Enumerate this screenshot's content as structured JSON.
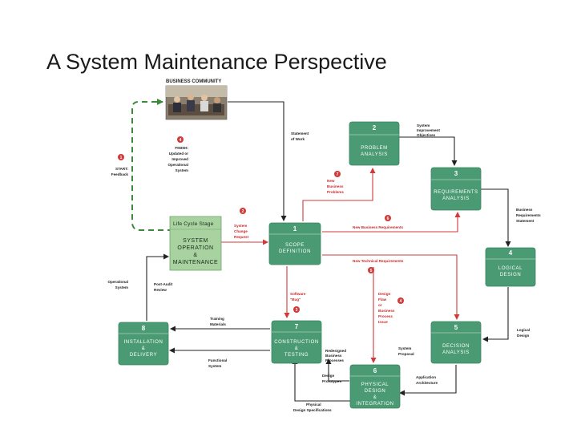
{
  "title": "A System Maintenance Perspective",
  "business_community": "BUSINESS COMMUNITY",
  "phases": [
    {
      "id": "2",
      "lines": [
        "PROBLEM",
        "ANALYSIS"
      ]
    },
    {
      "id": "3",
      "lines": [
        "REQUIREMENTS",
        "ANALYSIS"
      ]
    },
    {
      "id": "1",
      "lines": [
        "SCOPE",
        "DEFINITION"
      ]
    },
    {
      "id": "4",
      "lines": [
        "LOGICAL",
        "DESIGN"
      ]
    },
    {
      "id": "8",
      "lines": [
        "INSTALLATION",
        "&",
        "DELIVERY"
      ]
    },
    {
      "id": "7",
      "lines": [
        "CONSTRUCTION",
        "&",
        "TESTING"
      ]
    },
    {
      "id": "5",
      "lines": [
        "DECISION",
        "ANALYSIS"
      ]
    },
    {
      "id": "6",
      "lines": [
        "PHYSICAL",
        "DESIGN",
        "&",
        "INTEGRATION"
      ]
    }
  ],
  "life_cycle": {
    "stage_label": "Life Cycle Stage",
    "lines": [
      "SYSTEM",
      "OPERATION",
      "&",
      "MAINTENANCE"
    ]
  },
  "notes": [
    {
      "id": "statement-of-work",
      "lines": [
        "Statement",
        "of Work"
      ]
    },
    {
      "id": "system-improvement-objectives",
      "lines": [
        "System",
        "Improvement",
        "Objectives"
      ]
    },
    {
      "id": "business-requirements-statement",
      "lines": [
        "Business",
        "Requirements",
        "Statement"
      ]
    },
    {
      "id": "finish",
      "lines": [
        "FINISH:",
        "Updated or",
        "Improved",
        "Operational",
        "System"
      ]
    },
    {
      "id": "start",
      "lines": [
        "START:",
        "Feedback"
      ]
    },
    {
      "id": "operational-system",
      "lines": [
        "Operational",
        "System"
      ]
    },
    {
      "id": "post-audit-review",
      "lines": [
        "Post-Audit",
        "Review"
      ]
    },
    {
      "id": "training-materials",
      "lines": [
        "Training",
        "Materials"
      ]
    },
    {
      "id": "functional-system",
      "lines": [
        "Functional",
        "System"
      ]
    },
    {
      "id": "logical-design",
      "lines": [
        "Logical",
        "Design"
      ]
    },
    {
      "id": "redesigned-business-processes",
      "lines": [
        "Redesigned",
        "Business",
        "Processes"
      ]
    },
    {
      "id": "system-proposal",
      "lines": [
        "System",
        "Proposal"
      ]
    },
    {
      "id": "design-prototypes",
      "lines": [
        "Design",
        "Prototypes"
      ]
    },
    {
      "id": "application-architecture",
      "lines": [
        "Application",
        "Architecture"
      ]
    },
    {
      "id": "physical-design-specifications",
      "lines": [
        "Physical",
        "Design Specifications"
      ]
    }
  ],
  "red_notes": [
    {
      "id": "new-business-problems",
      "lines": [
        "New",
        "Business",
        "Problems"
      ]
    },
    {
      "id": "system-change-request",
      "lines": [
        "System",
        "Change",
        "Request"
      ]
    },
    {
      "id": "new-business-requirements",
      "lines": [
        "New Business Requirements"
      ]
    },
    {
      "id": "new-technical-requirements",
      "lines": [
        "New Technical Requirements"
      ]
    },
    {
      "id": "software-bug",
      "lines": [
        "Software",
        "\"Bug\""
      ]
    },
    {
      "id": "design-flaw",
      "lines": [
        "Design",
        "Flaw",
        "or",
        "Business",
        "Process",
        "Issue"
      ]
    }
  ],
  "badges": [
    "4",
    "1",
    "7",
    "2",
    "6",
    "5",
    "3",
    "4"
  ],
  "colors": {
    "phase_fill": "#4a9a73",
    "phase_dark": "#3c8562",
    "life_cycle_fill": "#a8d2a0",
    "flow_arrow": "#222222",
    "maintenance_arrow": "#d23a3a",
    "feedback_arrow": "#3a8a3a"
  }
}
